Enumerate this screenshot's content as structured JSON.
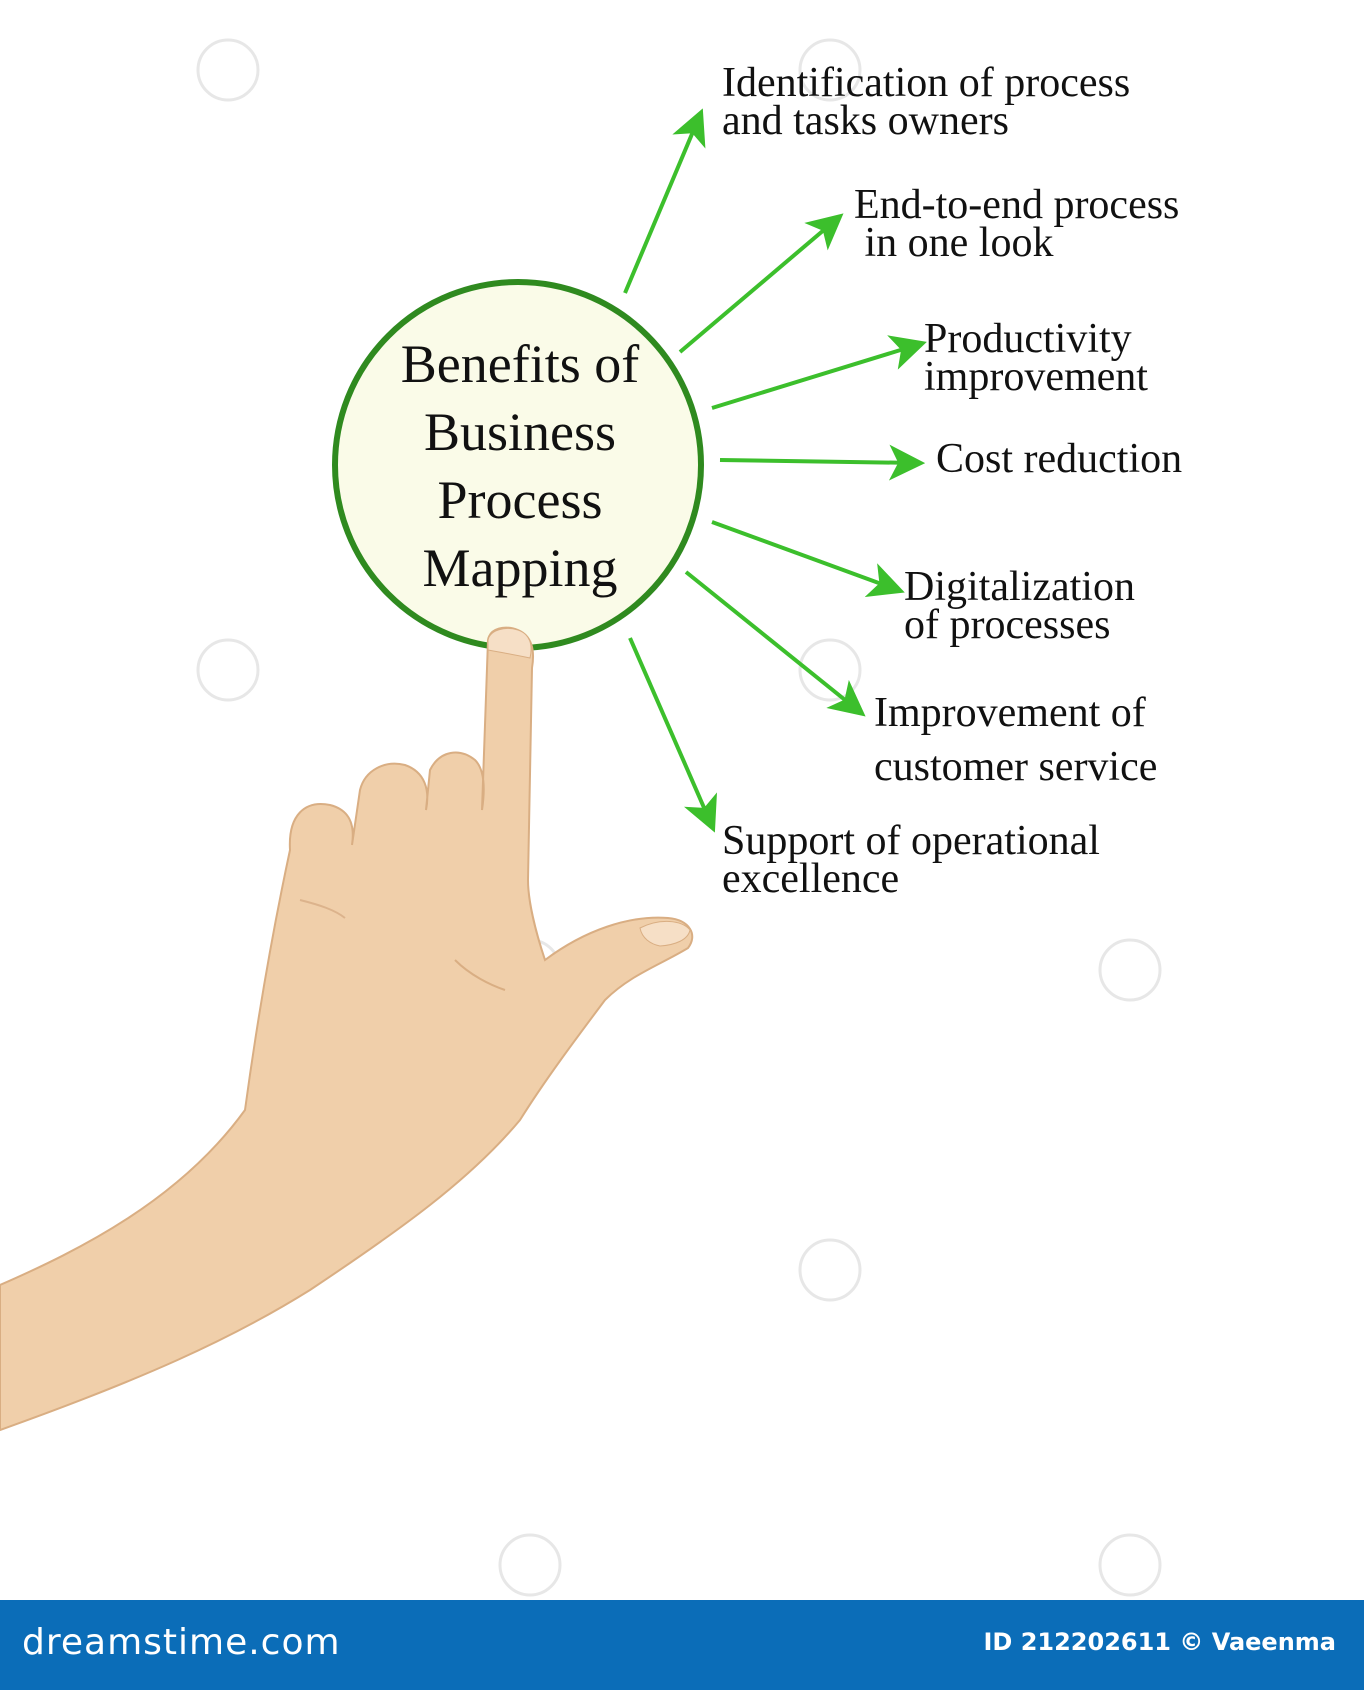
{
  "center": {
    "title_lines": [
      "Benefits of",
      "Business",
      "Process",
      "Mapping"
    ]
  },
  "benefits": [
    {
      "lines": [
        "Identification of process",
        "and tasks owners"
      ]
    },
    {
      "lines": [
        "End-to-end process",
        " in one look"
      ]
    },
    {
      "lines": [
        "Productivity",
        "improvement"
      ]
    },
    {
      "lines": [
        "Cost reduction"
      ]
    },
    {
      "lines": [
        "Digitalization",
        "of processes"
      ]
    },
    {
      "lines": [
        "Improvement of",
        "customer service"
      ]
    },
    {
      "lines": [
        "Support of operational",
        "excellence"
      ]
    }
  ],
  "footer": {
    "brand": "dreamstime.com",
    "credit": "ID 212202611 © Vaeenma"
  },
  "colors": {
    "circle_stroke": "#2f8a1f",
    "circle_fill": "#fafbe8",
    "arrow": "#3cbf2c",
    "footer_bg": "#0b6db8"
  },
  "icons": [
    "hand-pointer-illustration",
    "dreamstime-watermark-icon"
  ]
}
